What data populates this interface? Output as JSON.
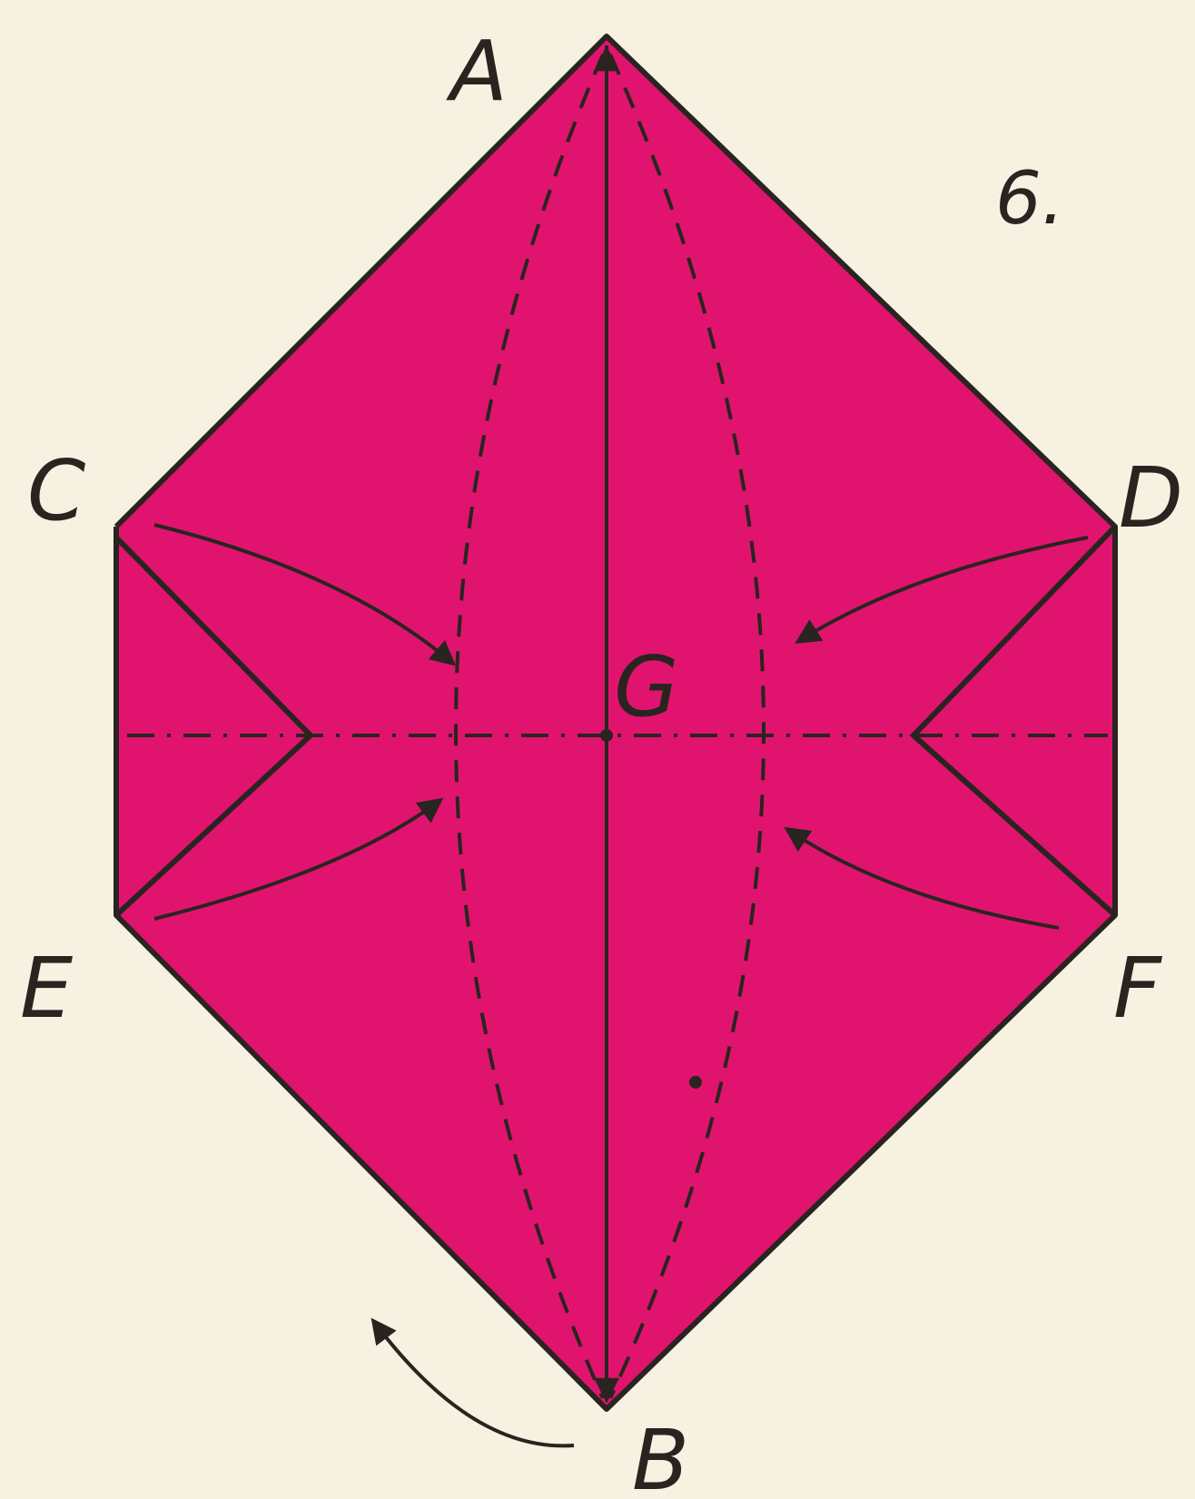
{
  "diagram": {
    "step_number": "6.",
    "points": {
      "A": "A",
      "B": "B",
      "C": "C",
      "D": "D",
      "E": "E",
      "F": "F",
      "G": "G"
    },
    "colors": {
      "paper": "#e0146e",
      "background": "#f6f1e1",
      "ink": "#2a2420"
    }
  }
}
